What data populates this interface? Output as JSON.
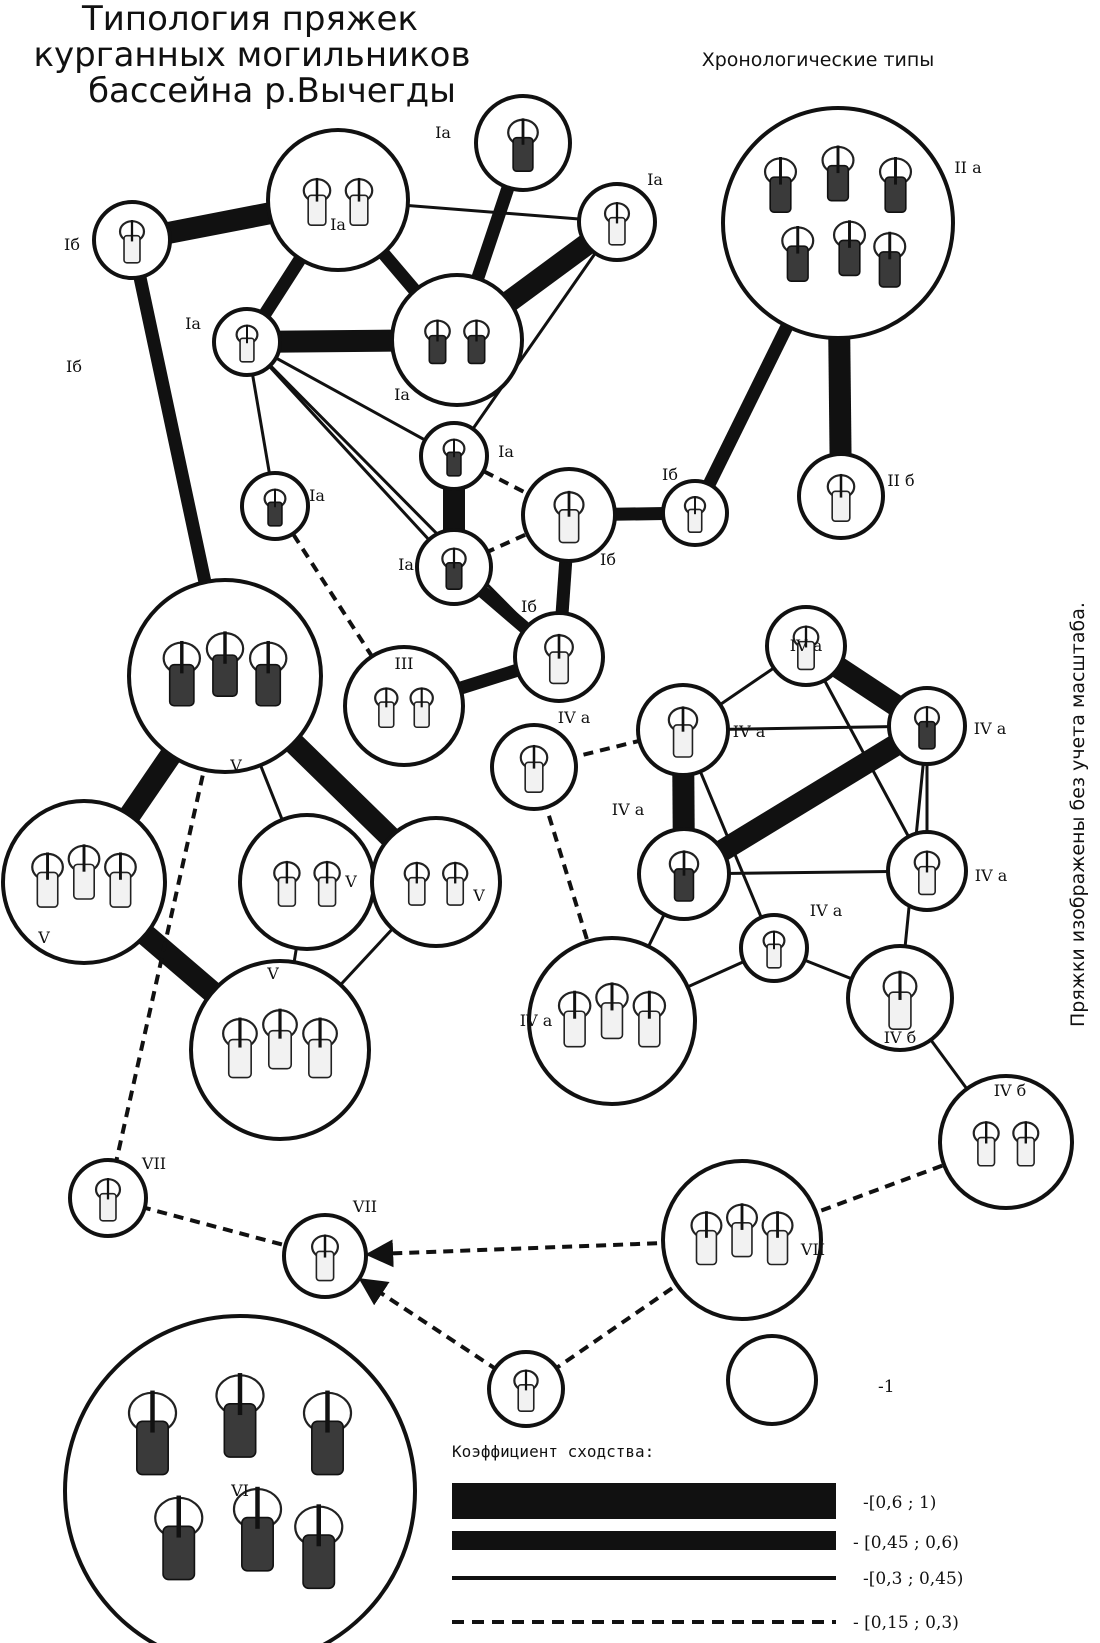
{
  "title": {
    "lines": [
      "Типология пряжек",
      "курганных могильников",
      "бассейна р.Вычегды"
    ]
  },
  "chronological_types_label": "Хронологические типы",
  "side_note": "Пряжки изображены без учета масштаба.",
  "nodes": [
    {
      "id": "n1",
      "label": "Ia",
      "dark": true
    },
    {
      "id": "n2",
      "label": "Ia",
      "dark": false
    },
    {
      "id": "n3",
      "label": "Ia",
      "dark": false
    },
    {
      "id": "n4",
      "label": "Iб",
      "dark": false
    },
    {
      "id": "n5",
      "label": "Ia",
      "dark": false
    },
    {
      "id": "n6",
      "label": "Ia",
      "dark": true
    },
    {
      "id": "n7",
      "label": "Ia",
      "dark": true
    },
    {
      "id": "n8",
      "label": "Ia",
      "dark": true
    },
    {
      "id": "n9",
      "label": "Ia",
      "dark": true
    },
    {
      "id": "n10",
      "label": "Iб",
      "dark": false
    },
    {
      "id": "n11",
      "label": "Iб",
      "dark": false
    },
    {
      "id": "n12",
      "label": "Iб",
      "dark": false
    },
    {
      "id": "n13",
      "label": "II a",
      "dark": true
    },
    {
      "id": "n14",
      "label": "II б",
      "dark": false
    },
    {
      "id": "n15",
      "label": "V",
      "dark": true
    },
    {
      "id": "n16",
      "label": "III",
      "dark": false
    },
    {
      "id": "n17",
      "label": "V",
      "dark": false
    },
    {
      "id": "n18",
      "label": "V",
      "dark": false
    },
    {
      "id": "n19",
      "label": "V",
      "dark": false
    },
    {
      "id": "n20",
      "label": "V",
      "dark": false
    },
    {
      "id": "n21",
      "label": "IV a",
      "dark": false
    },
    {
      "id": "n22",
      "label": "IV a",
      "dark": false
    },
    {
      "id": "n23",
      "label": "IV a",
      "dark": false
    },
    {
      "id": "n24",
      "label": "IV a",
      "dark": true
    },
    {
      "id": "n25",
      "label": "IV a",
      "dark": true
    },
    {
      "id": "n26",
      "label": "IV a",
      "dark": false
    },
    {
      "id": "n27",
      "label": "IV a",
      "dark": false
    },
    {
      "id": "n28",
      "label": "IV a",
      "dark": false
    },
    {
      "id": "n29",
      "label": "IV б",
      "dark": false
    },
    {
      "id": "n30",
      "label": "IV б",
      "dark": false
    },
    {
      "id": "n31",
      "label": "VII",
      "dark": false
    },
    {
      "id": "n32",
      "label": "VII",
      "dark": false
    },
    {
      "id": "n33",
      "label": "VII",
      "dark": false
    },
    {
      "id": "n34",
      "label": "",
      "dark": false
    },
    {
      "id": "n35",
      "label": "VI",
      "dark": true
    }
  ],
  "edges": [
    {
      "from": "n4",
      "to": "n2",
      "similarity": "[0,6 ; 1)"
    },
    {
      "from": "n2",
      "to": "n5",
      "similarity": "[0,45 ; 0,6)"
    },
    {
      "from": "n2",
      "to": "n6",
      "similarity": "[0,45 ; 0,6)"
    },
    {
      "from": "n5",
      "to": "n6",
      "similarity": "[0,6 ; 1)"
    },
    {
      "from": "n1",
      "to": "n6",
      "similarity": "[0,45 ; 0,6)"
    },
    {
      "from": "n3",
      "to": "n6",
      "similarity": "[0,6 ; 1)"
    },
    {
      "from": "n2",
      "to": "n3",
      "similarity": "[0,3 ; 0,45)"
    },
    {
      "from": "n3",
      "to": "n8",
      "similarity": "[0,3 ; 0,45)"
    },
    {
      "from": "n5",
      "to": "n7",
      "similarity": "[0,3 ; 0,45)"
    },
    {
      "from": "n5",
      "to": "n8",
      "similarity": "[0,3 ; 0,45)"
    },
    {
      "from": "n5",
      "to": "n9",
      "similarity": "[0,3 ; 0,45)"
    },
    {
      "from": "n5",
      "to": "n12",
      "similarity": "[0,3 ; 0,45)"
    },
    {
      "from": "n8",
      "to": "n9",
      "similarity": "[0,6 ; 1)"
    },
    {
      "from": "n8",
      "to": "n10",
      "similarity": "[0,15 ; 0,3)"
    },
    {
      "from": "n9",
      "to": "n10",
      "similarity": "[0,15 ; 0,3)"
    },
    {
      "from": "n10",
      "to": "n11",
      "similarity": "[0,45 ; 0,6)"
    },
    {
      "from": "n11",
      "to": "n13",
      "similarity": "[0,45 ; 0,6)"
    },
    {
      "from": "n13",
      "to": "n14",
      "similarity": "[0,6 ; 1)"
    },
    {
      "from": "n10",
      "to": "n12",
      "similarity": "[0,45 ; 0,6)"
    },
    {
      "from": "n9",
      "to": "n12",
      "similarity": "[0,45 ; 0,6)"
    },
    {
      "from": "n12",
      "to": "n16",
      "similarity": "[0,45 ; 0,6)"
    },
    {
      "from": "n7",
      "to": "n16",
      "similarity": "[0,15 ; 0,3)"
    },
    {
      "from": "n4",
      "to": "n15",
      "similarity": "[0,45 ; 0,6)"
    },
    {
      "from": "n15",
      "to": "n17",
      "similarity": "[0,6 ; 1)"
    },
    {
      "from": "n15",
      "to": "n18",
      "similarity": "[0,3 ; 0,45)"
    },
    {
      "from": "n15",
      "to": "n19",
      "similarity": "[0,6 ; 1)"
    },
    {
      "from": "n17",
      "to": "n20",
      "similarity": "[0,6 ; 1)"
    },
    {
      "from": "n18",
      "to": "n20",
      "similarity": "[0,3 ; 0,45)"
    },
    {
      "from": "n19",
      "to": "n20",
      "similarity": "[0,3 ; 0,45)"
    },
    {
      "from": "n15",
      "to": "n31",
      "similarity": "[0,15 ; 0,3)"
    },
    {
      "from": "n21",
      "to": "n23",
      "similarity": "[0,15 ; 0,3)"
    },
    {
      "from": "n21",
      "to": "n28",
      "similarity": "[0,15 ; 0,3)"
    },
    {
      "from": "n23",
      "to": "n22",
      "similarity": "[0,3 ; 0,45)"
    },
    {
      "from": "n23",
      "to": "n24",
      "similarity": "[0,6 ; 1)"
    },
    {
      "from": "n23",
      "to": "n25",
      "similarity": "[0,3 ; 0,45)"
    },
    {
      "from": "n23",
      "to": "n27",
      "similarity": "[0,3 ; 0,45)"
    },
    {
      "from": "n22",
      "to": "n25",
      "similarity": "[0,6 ; 1)"
    },
    {
      "from": "n22",
      "to": "n26",
      "similarity": "[0,3 ; 0,45)"
    },
    {
      "from": "n24",
      "to": "n25",
      "similarity": "[0,6 ; 1)"
    },
    {
      "from": "n24",
      "to": "n26",
      "similarity": "[0,3 ; 0,45)"
    },
    {
      "from": "n26",
      "to": "n25",
      "similarity": "[0,3 ; 0,45)"
    },
    {
      "from": "n24",
      "to": "n28",
      "similarity": "[0,3 ; 0,45)"
    },
    {
      "from": "n28",
      "to": "n27",
      "similarity": "[0,3 ; 0,45)"
    },
    {
      "from": "n27",
      "to": "n29",
      "similarity": "[0,3 ; 0,45)"
    },
    {
      "from": "n25",
      "to": "n29",
      "similarity": "[0,3 ; 0,45)"
    },
    {
      "from": "n29",
      "to": "n30",
      "similarity": "[0,3 ; 0,45)"
    },
    {
      "from": "n30",
      "to": "n33",
      "similarity": "[0,15 ; 0,3)"
    },
    {
      "from": "n31",
      "to": "n32",
      "similarity": "[0,15 ; 0,3)"
    },
    {
      "from": "n33",
      "to": "n32",
      "similarity": "[0,15 ; 0,3)",
      "arrow": true
    },
    {
      "from": "n33",
      "to": "n34",
      "similarity": "[0,15 ; 0,3)"
    },
    {
      "from": "n34",
      "to": "n32",
      "similarity": "[0,15 ; 0,3)",
      "arrow": true
    }
  ],
  "legend": {
    "circle_value": "-1",
    "caption": "Коэффициент сходства:",
    "items": [
      {
        "label": "-[0,6 ; 1)",
        "weight": "thickest"
      },
      {
        "label": "- [0,45 ; 0,6)",
        "weight": "thick"
      },
      {
        "label": "-[0,3 ; 0,45)",
        "weight": "thin"
      },
      {
        "label": "- [0,15 ; 0,3)",
        "weight": "dashed"
      }
    ]
  },
  "colors": {
    "ink": "#111111",
    "background": "#ffffff"
  }
}
